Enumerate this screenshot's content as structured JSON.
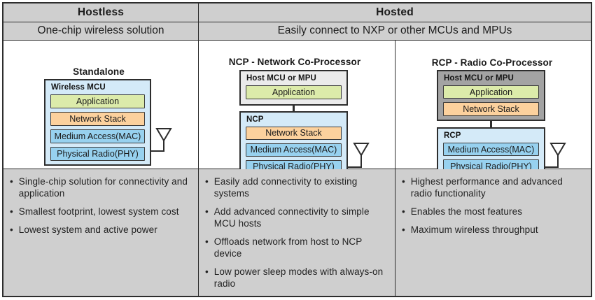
{
  "header": {
    "hostless_title": "Hostless",
    "hosted_title": "Hosted",
    "hostless_subtitle": "One-chip wireless solution",
    "hosted_subtitle": "Easily connect to NXP or other MCUs and MPUs"
  },
  "glyphs": {
    "bullet": "•"
  },
  "standalone": {
    "title": "Standalone",
    "chip_label": "Wireless MCU",
    "layer_app": "Application",
    "layer_net": "Network Stack",
    "layer_mac": "Medium Access(MAC)",
    "layer_phy": "Physical Radio(PHY)",
    "bullets": [
      "Single-chip solution for connectivity and application",
      "Smallest footprint, lowest system cost",
      "Lowest system and active power"
    ]
  },
  "ncp": {
    "title": "NCP - Network Co-Processor",
    "host_label": "Host MCU or MPU",
    "host_layer_app": "Application",
    "chip_label": "NCP",
    "layer_net": "Network Stack",
    "layer_mac": "Medium Access(MAC)",
    "layer_phy": "Physical Radio(PHY)",
    "bullets": [
      "Easily add connectivity to existing systems",
      "Add advanced connectivity to simple MCU hosts",
      "Offloads network from host to NCP device",
      "Low power sleep modes with always-on radio"
    ]
  },
  "rcp": {
    "title": "RCP - Radio Co-Processor",
    "host_label": "Host MCU or MPU",
    "host_layer_app": "Application",
    "host_layer_net": "Network Stack",
    "chip_label": "RCP",
    "layer_mac": "Medium Access(MAC)",
    "layer_phy": "Physical Radio(PHY)",
    "bullets": [
      "Highest performance and advanced radio functionality",
      "Enables the most features",
      "Maximum wireless throughput"
    ]
  },
  "colors": {
    "grid_line": "#2d2d2d",
    "gray_band": "#cfcfcf",
    "chip_blue": "#d4eaf8",
    "layer_blue": "#97d1ef",
    "layer_green": "#dcebaa",
    "layer_orange": "#fcd19d",
    "host_light_gray": "#ebebeb",
    "host_dark_gray": "#a3a3a3"
  }
}
